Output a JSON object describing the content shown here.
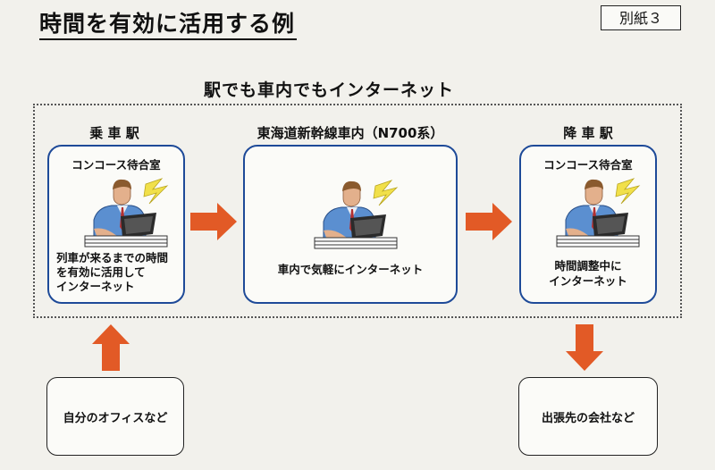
{
  "header": {
    "title": "時間を有効に活用する例",
    "annex_label": "別紙３"
  },
  "diagram": {
    "subtitle": "駅でも車内でもインターネット",
    "stages": [
      {
        "label": "乗 車 駅",
        "box_title": "コンコース待合室",
        "description": [
          "列車が来るまでの時間",
          "を有効に活用して",
          "インターネット"
        ]
      },
      {
        "label": "東海道新幹線車内（N700系）",
        "box_title": "",
        "description": [
          "車内で気軽にインターネット"
        ]
      },
      {
        "label": "降 車 駅",
        "box_title": "コンコース待合室",
        "description": [
          "時間調整中に",
          "インターネット"
        ]
      }
    ],
    "origin": {
      "label": "自分のオフィスなど"
    },
    "destination": {
      "label": "出張先の会社など"
    }
  },
  "colors": {
    "arrow": "#e25a26",
    "box_border": "#1e4a98"
  },
  "icons": [
    "person-with-laptop-icon",
    "wireless-signal-icon",
    "arrow-right-icon",
    "arrow-up-icon",
    "arrow-down-icon"
  ]
}
